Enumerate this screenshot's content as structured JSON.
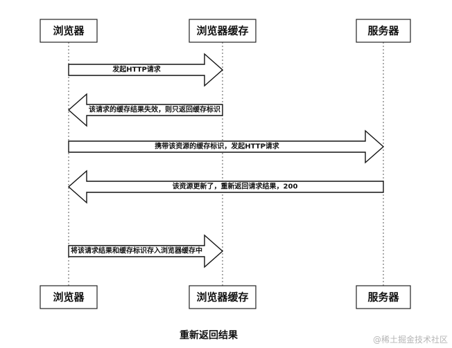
{
  "participants": [
    {
      "id": "browser",
      "label": "浏览器"
    },
    {
      "id": "cache",
      "label": "浏览器缓存"
    },
    {
      "id": "server",
      "label": "服务器"
    }
  ],
  "messages": [
    {
      "from": "browser",
      "to": "cache",
      "label": "发起HTTP请求"
    },
    {
      "from": "cache",
      "to": "browser",
      "label": "该请求的缓存结果失效，则只返回缓存标识"
    },
    {
      "from": "browser",
      "to": "server",
      "label": "携带该资源的缓存标识，发起HTTP请求"
    },
    {
      "from": "server",
      "to": "browser",
      "label": "该资源更新了，重新返回请求结果，200"
    },
    {
      "from": "browser",
      "to": "cache",
      "label": "将该请求结果和缓存标识存入浏览器缓存中"
    }
  ],
  "caption": "重新返回结果",
  "watermark": "@稀土掘金技术社区"
}
